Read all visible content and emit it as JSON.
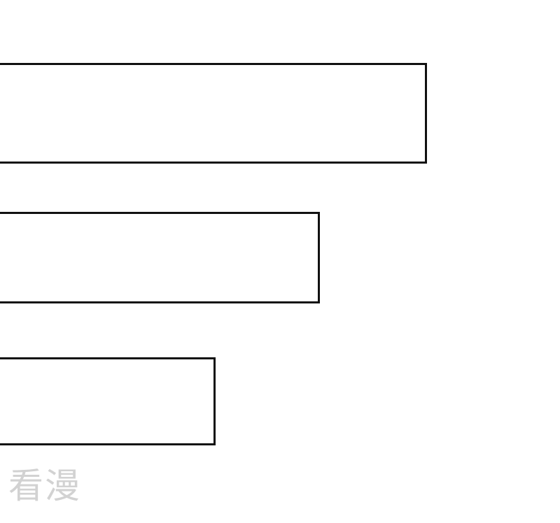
{
  "panels": [
    {
      "id": "panel-1",
      "text": ""
    },
    {
      "id": "panel-2",
      "text": ""
    },
    {
      "id": "panel-3",
      "text": ""
    }
  ],
  "watermark": {
    "text": "看漫"
  },
  "colors": {
    "background": "#ffffff",
    "border": "#111111",
    "watermark": "#d2d2d2"
  }
}
